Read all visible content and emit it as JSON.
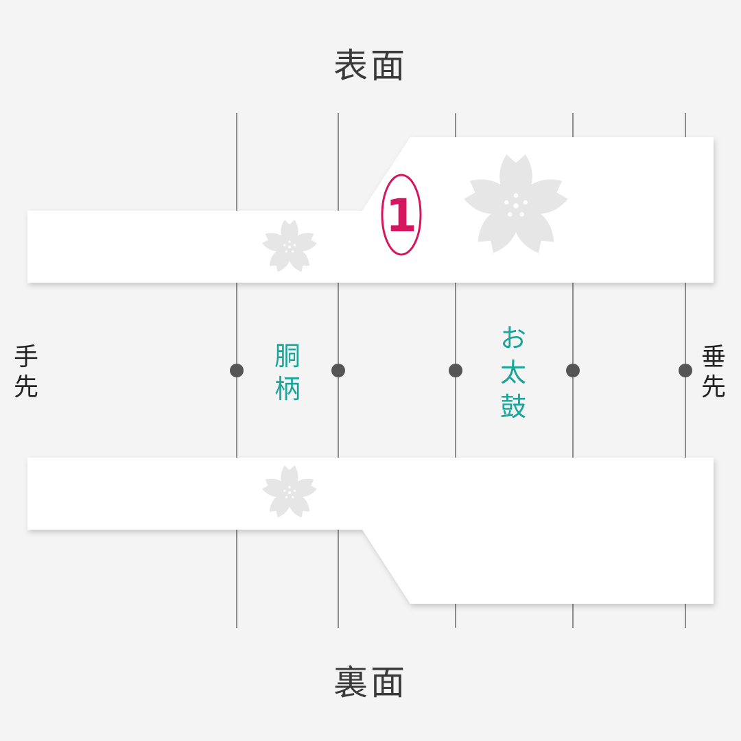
{
  "top_label": "表面",
  "bottom_label": "裏面",
  "left_end_label": "手先",
  "right_end_label": "垂先",
  "section_do": "胴柄",
  "section_taiko": "お太鼓",
  "marker_number": "1",
  "colors": {
    "background": "#f4f4f4",
    "band": "#ffffff",
    "flower": "#e6e6e6",
    "teal": "#19a59a",
    "marker": "#d6155f",
    "line": "#555555",
    "dot": "#555555"
  }
}
